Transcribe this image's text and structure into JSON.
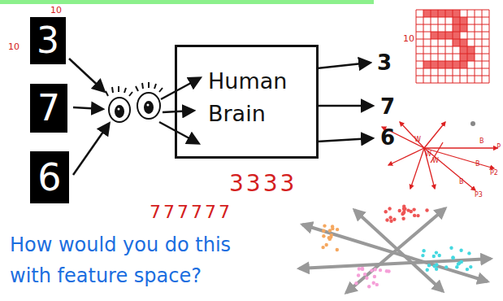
{
  "diagram": {
    "nodes": [
      {
        "text": [
          "Human Brain"
        ]
      }
    ],
    "labels": [
      "10",
      "10",
      "3",
      "7",
      "6",
      "3",
      "7",
      "6",
      "10",
      "3333",
      "777777",
      "How would you do this with feature space?",
      "W",
      "W",
      "W",
      "B",
      "P",
      "B",
      "P2",
      "B",
      "P3"
    ]
  }
}
